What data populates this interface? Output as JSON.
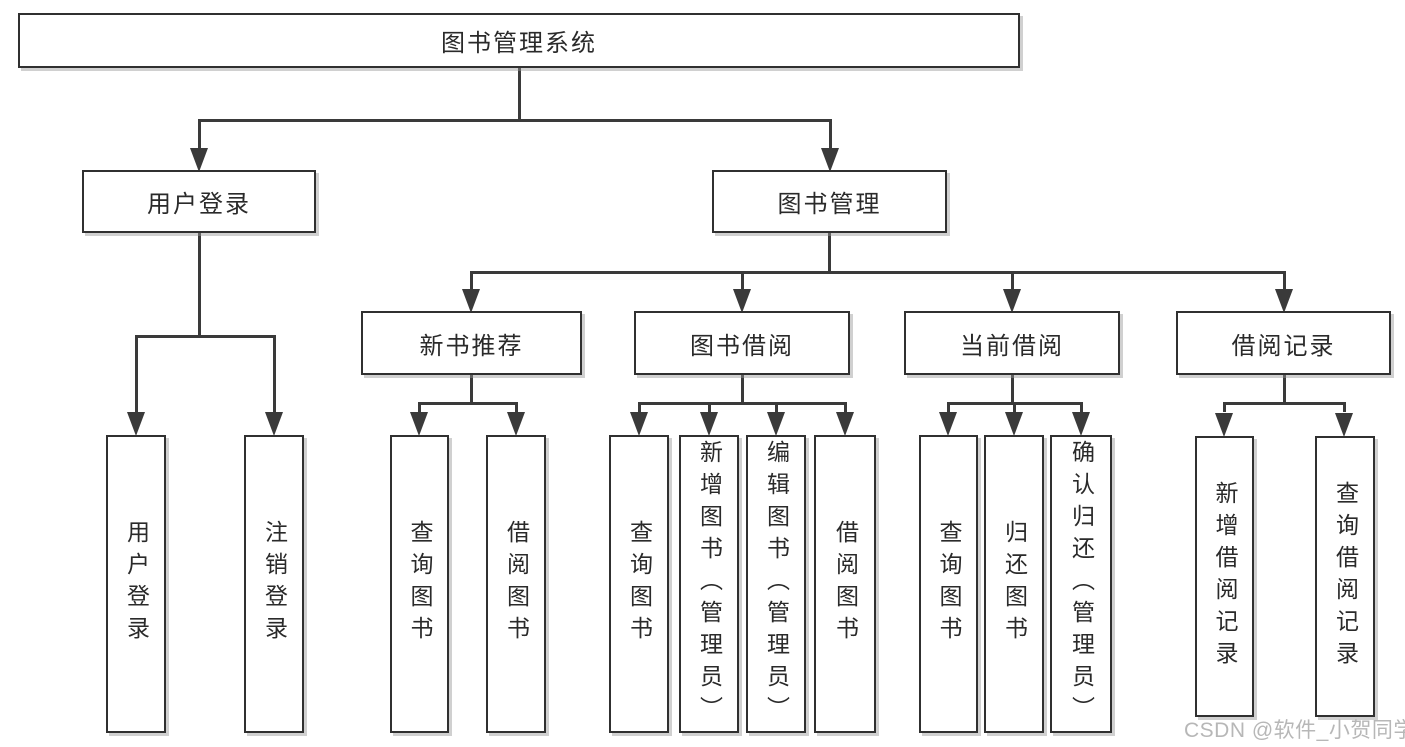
{
  "diagram": {
    "title": "图书管理系统",
    "root": {
      "label": "图书管理系统"
    },
    "level2": [
      {
        "label": "用户登录",
        "parent": "图书管理系统"
      },
      {
        "label": "图书管理",
        "parent": "图书管理系统"
      }
    ],
    "level3": [
      {
        "label": "新书推荐",
        "parent": "图书管理"
      },
      {
        "label": "图书借阅",
        "parent": "图书管理"
      },
      {
        "label": "当前借阅",
        "parent": "图书管理"
      },
      {
        "label": "借阅记录",
        "parent": "图书管理"
      }
    ],
    "leaves": [
      {
        "label": "用户登录",
        "parent": "用户登录"
      },
      {
        "label": "注销登录",
        "parent": "用户登录"
      },
      {
        "label": "查询图书",
        "parent": "新书推荐"
      },
      {
        "label": "借阅图书",
        "parent": "新书推荐"
      },
      {
        "label": "查询图书",
        "parent": "图书借阅"
      },
      {
        "label": "新增图书（管理员）",
        "parent": "图书借阅"
      },
      {
        "label": "编辑图书（管理员）",
        "parent": "图书借阅"
      },
      {
        "label": "借阅图书",
        "parent": "图书借阅"
      },
      {
        "label": "查询图书",
        "parent": "当前借阅"
      },
      {
        "label": "归还图书",
        "parent": "当前借阅"
      },
      {
        "label": "确认归还（管理员）",
        "parent": "当前借阅"
      },
      {
        "label": "新增借阅记录",
        "parent": "借阅记录"
      },
      {
        "label": "查询借阅记录",
        "parent": "借阅记录"
      }
    ],
    "watermark": {
      "text": "CSDN @软件_小贺同学"
    },
    "colors": {
      "line": "#3a3a3a",
      "box_border": "#303030",
      "box_fill": "#ffffff",
      "text": "#2a2a2a",
      "watermark": "#b7b7b7",
      "background": "#ffffff"
    }
  }
}
